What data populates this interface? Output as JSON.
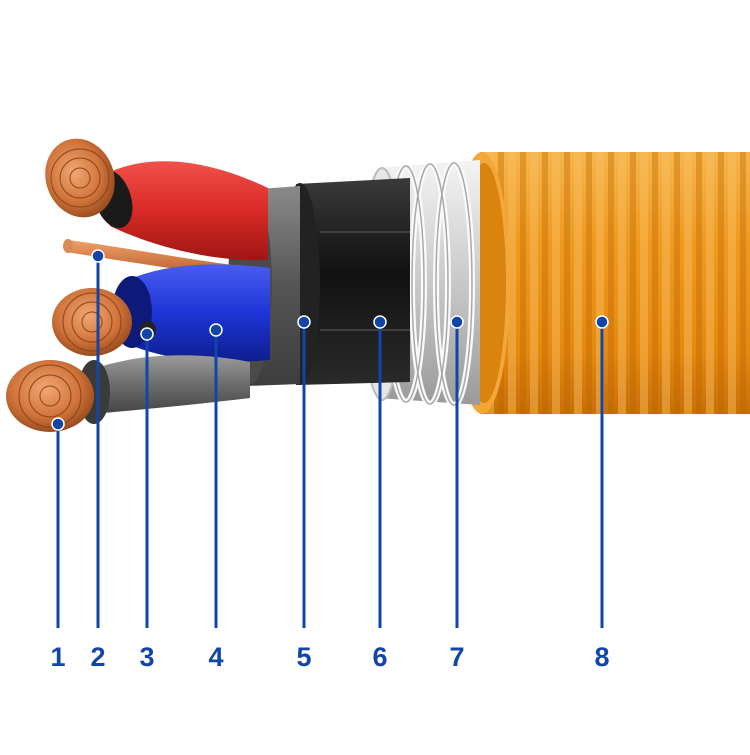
{
  "colors": {
    "accent": "#1145a8",
    "background": "#ffffff",
    "copper": "#c96a32",
    "red_insulation": "#d92a26",
    "blue_insulation": "#1d35d6",
    "grey_insulation": "#6c6c6c",
    "inner_sheath": "#1a1a1a",
    "armour": "#dedede",
    "outer_sheath": "#ee9417"
  },
  "callouts": [
    {
      "number": "1"
    },
    {
      "number": "2"
    },
    {
      "number": "3"
    },
    {
      "number": "4"
    },
    {
      "number": "5"
    },
    {
      "number": "6"
    },
    {
      "number": "7"
    },
    {
      "number": "8"
    }
  ]
}
